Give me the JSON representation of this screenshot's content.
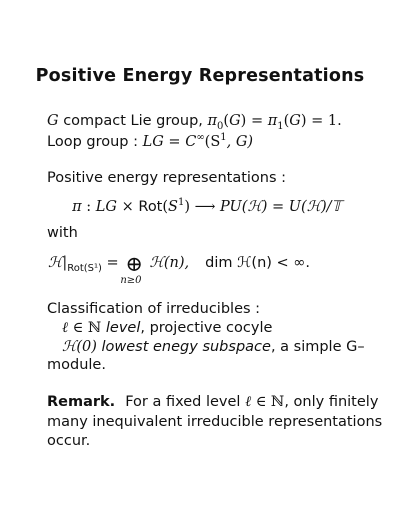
{
  "title": "Positive Energy Representations",
  "line1": {
    "G": "G",
    "text_a": " compact Lie group, ",
    "math": "π",
    "sub0": "0",
    "text_b": "(",
    "G2": "G",
    "text_c": ") = ",
    "math2": "π",
    "sub1": "1",
    "text_d": "(",
    "G3": "G",
    "text_e": ") = 1."
  },
  "line2": {
    "text_a": "Loop group : ",
    "LG": "LG",
    "eq": " = ",
    "C": "C",
    "inf": "∞",
    "args": "(S",
    "one": "1",
    "rest": ", G)"
  },
  "line3": "Positive energy representations :",
  "line4": {
    "pi": "π",
    "colon": " : ",
    "LG": "LG",
    "times": " × ",
    "Rot": "Rot",
    "paren_open": "(",
    "S": "S",
    "one": "1",
    "paren_close": ")",
    "arrow": " ⟶ ",
    "PU": "PU",
    "H": "(ℋ) = ",
    "U": "U",
    "H2": "(ℋ)/𝕋"
  },
  "line5": "with",
  "line6": {
    "H": "ℋ",
    "bar": "|",
    "sub": "Rot(S¹)",
    "eq": " = ",
    "oplus": "⊕",
    "oplus_sub": "n≥0",
    "Hn": " ℋ(n),",
    "dim": "dim ℋ(n) < ∞."
  },
  "line7": "Classification of irreducibles :",
  "line8": {
    "ell": "ℓ",
    "in": " ∈ ℕ ",
    "level": "level",
    "rest": ", projective cocyle"
  },
  "line9": {
    "H0": "ℋ(0) ",
    "lowest": "lowest enegy subspace",
    "rest": ", a simple G–"
  },
  "line10": "module.",
  "remark": {
    "label": "Remark.",
    "text_a": "For a fixed level ",
    "ell": "ℓ",
    "in": " ∈ ℕ",
    "text_b": ", only finitely",
    "line2": "many inequivalent irreducible representations",
    "line3": "occur."
  }
}
